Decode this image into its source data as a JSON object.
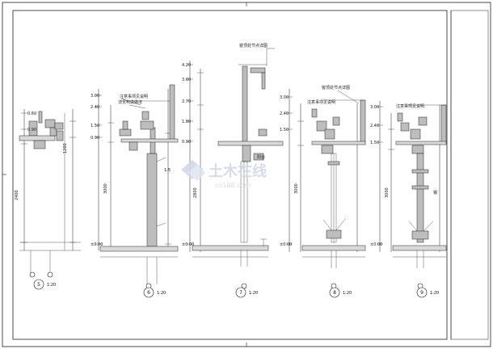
{
  "sheet": {
    "title_block_label": ""
  },
  "sections": [
    {
      "id": "s5",
      "tag": "5",
      "scale": "1:20"
    },
    {
      "id": "s6",
      "tag": "6",
      "scale": "1:20"
    },
    {
      "id": "s7",
      "tag": "7",
      "scale": "1:20"
    },
    {
      "id": "s8",
      "tag": "8",
      "scale": "1:20"
    },
    {
      "id": "s9",
      "tag": "9",
      "scale": "1:20"
    }
  ],
  "watermark": {
    "main": "土木在线",
    "sub": "co188.com"
  },
  "colors": {
    "line": "#222222",
    "hatch": "#bdbdbd",
    "watermark": "#cfd6e6"
  }
}
